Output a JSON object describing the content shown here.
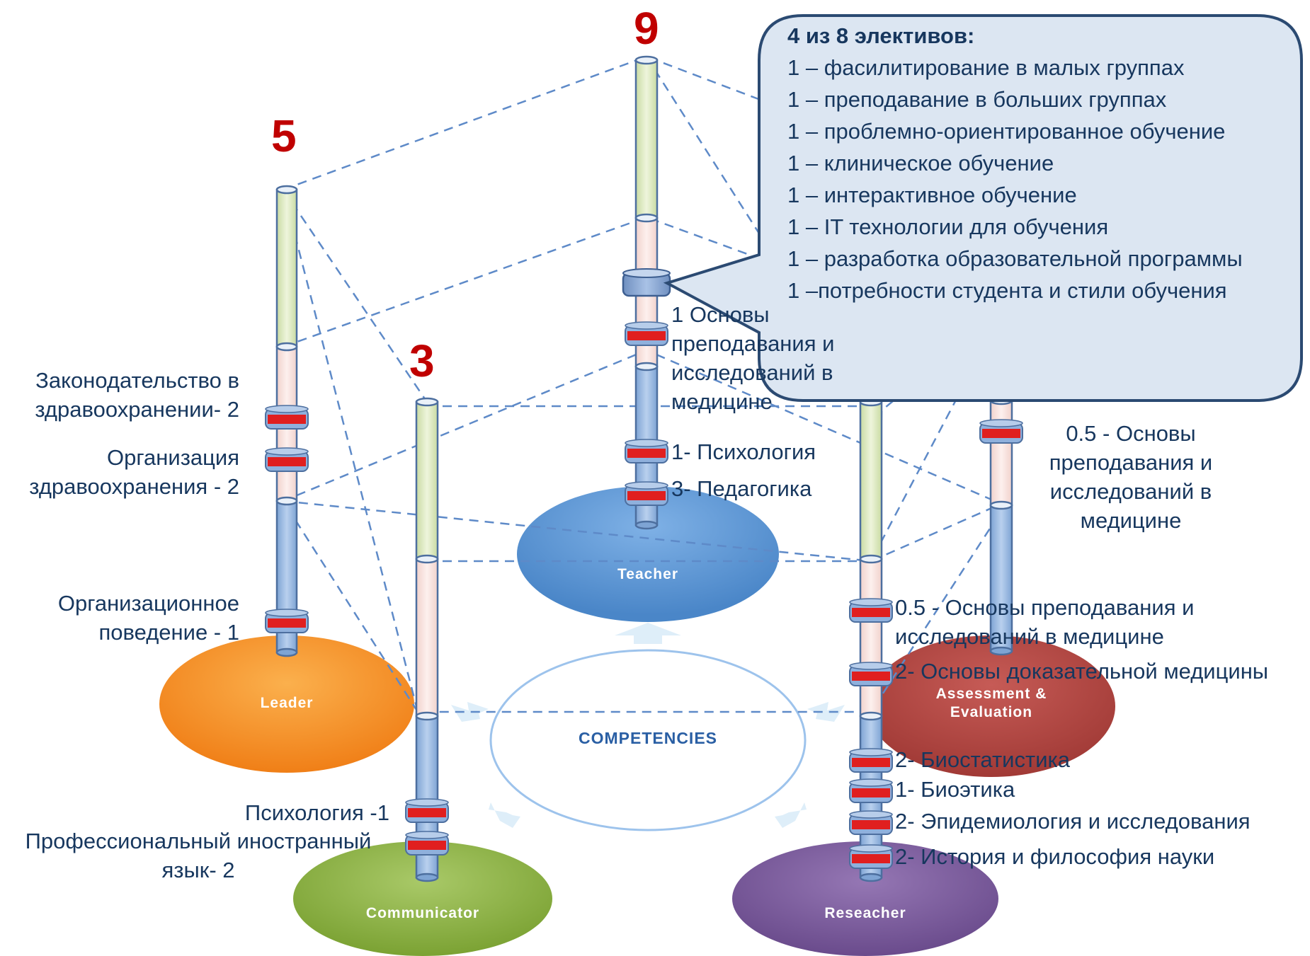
{
  "center": {
    "label": "COMPETENCIES"
  },
  "roles": {
    "leader": "Leader",
    "communicator": "Communicator",
    "teacher": "Teacher",
    "researcher": "Reseacher",
    "assessment": "Assessment &\nEvaluation"
  },
  "totals": {
    "leader": "5",
    "communicator": "3",
    "teacher": "9"
  },
  "leader_courses": {
    "c1": "Законодательство в\nздравоохранении- 2",
    "c2": "Организация\nздравоохранения - 2",
    "c3": "Организационное\nповедение - 1"
  },
  "communicator_courses": {
    "c1": "Психология -1",
    "c2": "Профессиональный иностранный\nязык- 2"
  },
  "teacher_courses": {
    "c1": "1 Основы\nпреподавания и\nисследований в\nмедицине",
    "c2": "1- Психология",
    "c3": "3- Педагогика"
  },
  "researcher_courses": {
    "c1": "0.5 - Основы преподавания и\nисследований в медицине",
    "c2": "2- Основы доказательной медицины",
    "c3": "2- Биостатистика",
    "c4": "1- Биоэтика",
    "c5": "2- Эпидемиология и исследования",
    "c6": "2- История и философия науки"
  },
  "assessment_courses": {
    "c1": "0.5 - Основы\nпреподавания и\nисследований в\nмедицине"
  },
  "electives": {
    "title": "4 из 8 элективов:",
    "items": [
      "1 – фасилитирование в малых группах",
      "1 – преподавание в больших группах",
      "1 – проблемно-ориентированное обучение",
      "1 – клиническое обучение",
      "1 – интерактивное обучение",
      "1 – IT технологии для обучения",
      "1 – разработка образовательной программы",
      "1 –потребности студента и стили обучения"
    ]
  },
  "colors": {
    "leader": "#f7902a",
    "communicator": "#8fb342",
    "teacher": "#5f9ad8",
    "researcher": "#7b5b9c",
    "assessment": "#b24541",
    "ring": "#e01f1f",
    "text": "#17375e",
    "total": "#c00000",
    "callout_fill": "#dce6f2",
    "callout_stroke": "#2b4a72"
  }
}
